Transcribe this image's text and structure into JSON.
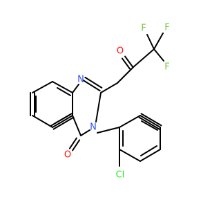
{
  "molecule": {
    "atom_labels": {
      "oxygen_ketone": "O",
      "fluorine_1": "F",
      "fluorine_2": "F",
      "fluorine_3": "F",
      "nitrogen_1": "N",
      "nitrogen_3": "N",
      "oxygen_carbonyl": "O",
      "chlorine": "Cl"
    },
    "colors": {
      "bond": "#000000",
      "oxygen": "#ff0d0d",
      "nitrogen": "#3050f8",
      "fluorine": "#7cc342",
      "chlorine": "#1ff01f",
      "carbon": "#000000"
    }
  }
}
